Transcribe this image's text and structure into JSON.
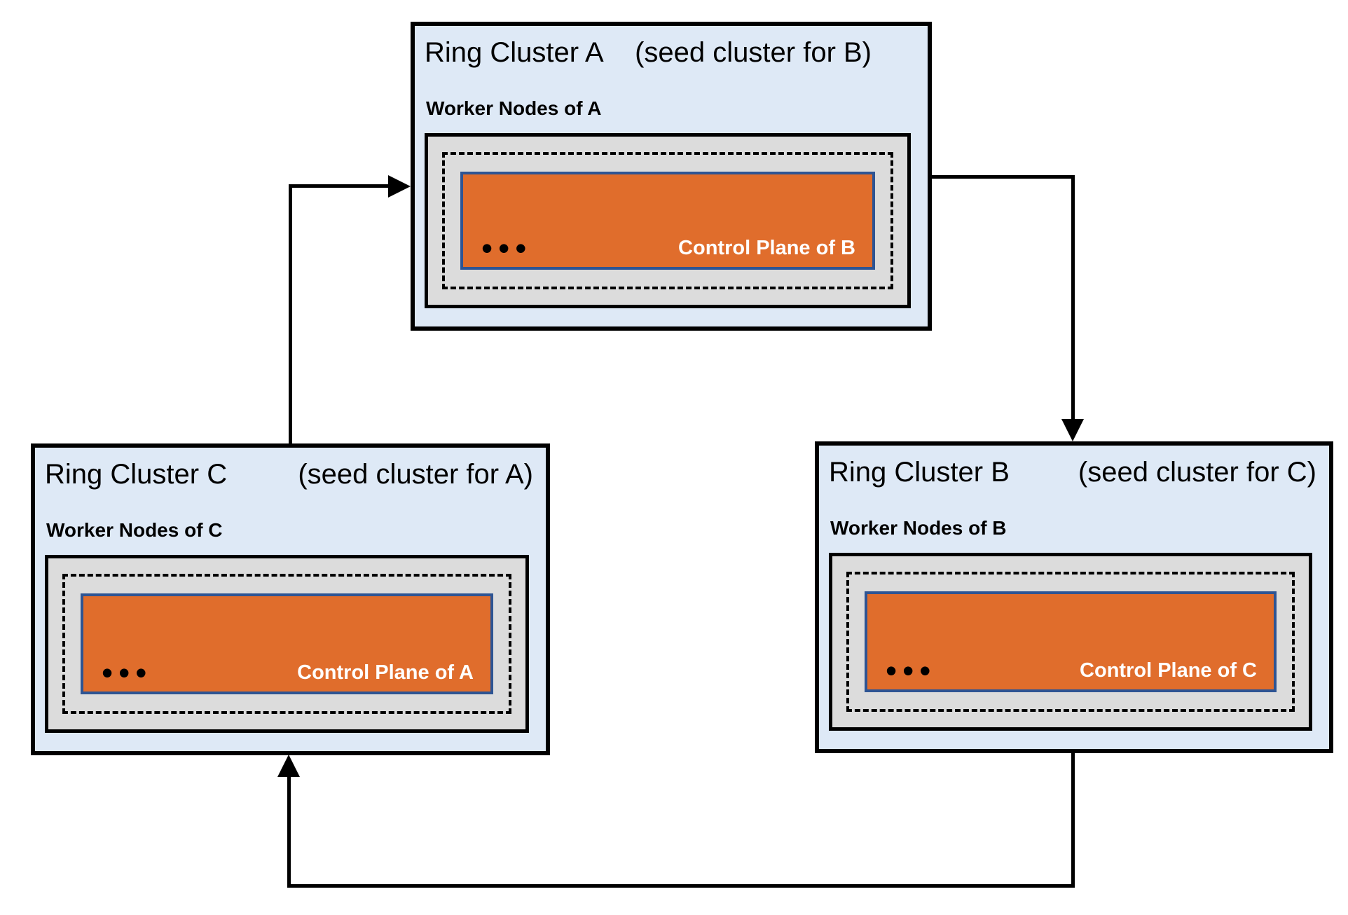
{
  "diagram": {
    "type": "ring-cluster-topology",
    "relations": [
      {
        "from": "Ring Cluster C",
        "to": "Ring Cluster A"
      },
      {
        "from": "Ring Cluster A",
        "to": "Ring Cluster B"
      },
      {
        "from": "Ring Cluster B",
        "to": "Ring Cluster C"
      }
    ]
  },
  "colors": {
    "cluster_bg": "#dee9f6",
    "worker_bg": "#dcdcdc",
    "control_bg": "#e06d2c",
    "control_border": "#2e5493",
    "control_text": "#ffffff",
    "line_color": "#000000"
  },
  "clusters": [
    {
      "id": "A",
      "title": "Ring Cluster A",
      "seed_note": "(seed cluster for B)",
      "worker_label": "Worker Nodes of A",
      "control_label": "Control Plane of B",
      "dots": "•••"
    },
    {
      "id": "B",
      "title": "Ring Cluster B",
      "seed_note": "(seed cluster for C)",
      "worker_label": "Worker Nodes of B",
      "control_label": "Control Plane of C",
      "dots": "•••"
    },
    {
      "id": "C",
      "title": "Ring Cluster C",
      "seed_note": "(seed cluster for A)",
      "worker_label": "Worker Nodes of C",
      "control_label": "Control Plane of A",
      "dots": "•••"
    }
  ]
}
